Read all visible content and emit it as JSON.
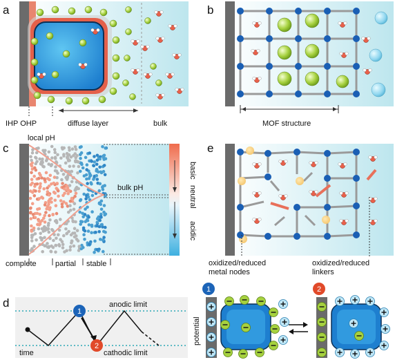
{
  "panels": {
    "a": {
      "letter": "a",
      "labels": {
        "ihp_ohp": "IHP OHP",
        "diffuse": "diffuse layer",
        "bulk": "bulk"
      }
    },
    "b": {
      "letter": "b",
      "labels": {
        "mof": "MOF structure"
      }
    },
    "c": {
      "letter": "c",
      "labels": {
        "local_ph": "local pH",
        "bulk_ph": "bulk pH",
        "basic": "basic",
        "neutral": "neutral",
        "acidic": "acidic",
        "complete": "complete",
        "partial": "partial",
        "stable": "stable"
      }
    },
    "e": {
      "letter": "e",
      "labels": {
        "nodes_1": "oxidized/reduced",
        "nodes_2": "metal nodes",
        "linkers_1": "oxidized/reduced",
        "linkers_2": "linkers"
      }
    },
    "d": {
      "letter": "d",
      "labels": {
        "anodic": "anodic limit",
        "cathodic": "cathodic limit",
        "time": "time",
        "potential": "potential",
        "state1": "1",
        "state2": "2"
      }
    }
  },
  "colors": {
    "electrode": "#6b6b6b",
    "bulk_gradient_start": "#ffffff",
    "bulk_gradient_end": "#bde6ee",
    "particle_blue": "#2f86d6",
    "sphere_green": "#9ccc3c",
    "node_blue": "#1a5fb4",
    "linker_gray": "#9a9a9a",
    "linker_red": "#e8705a",
    "marker_blue": "#1c64b8",
    "marker_red": "#e14a2a",
    "basic_color": "#ef7b5c",
    "acidic_color": "#4cb6e0",
    "limit_line": "#2aa7b5"
  }
}
